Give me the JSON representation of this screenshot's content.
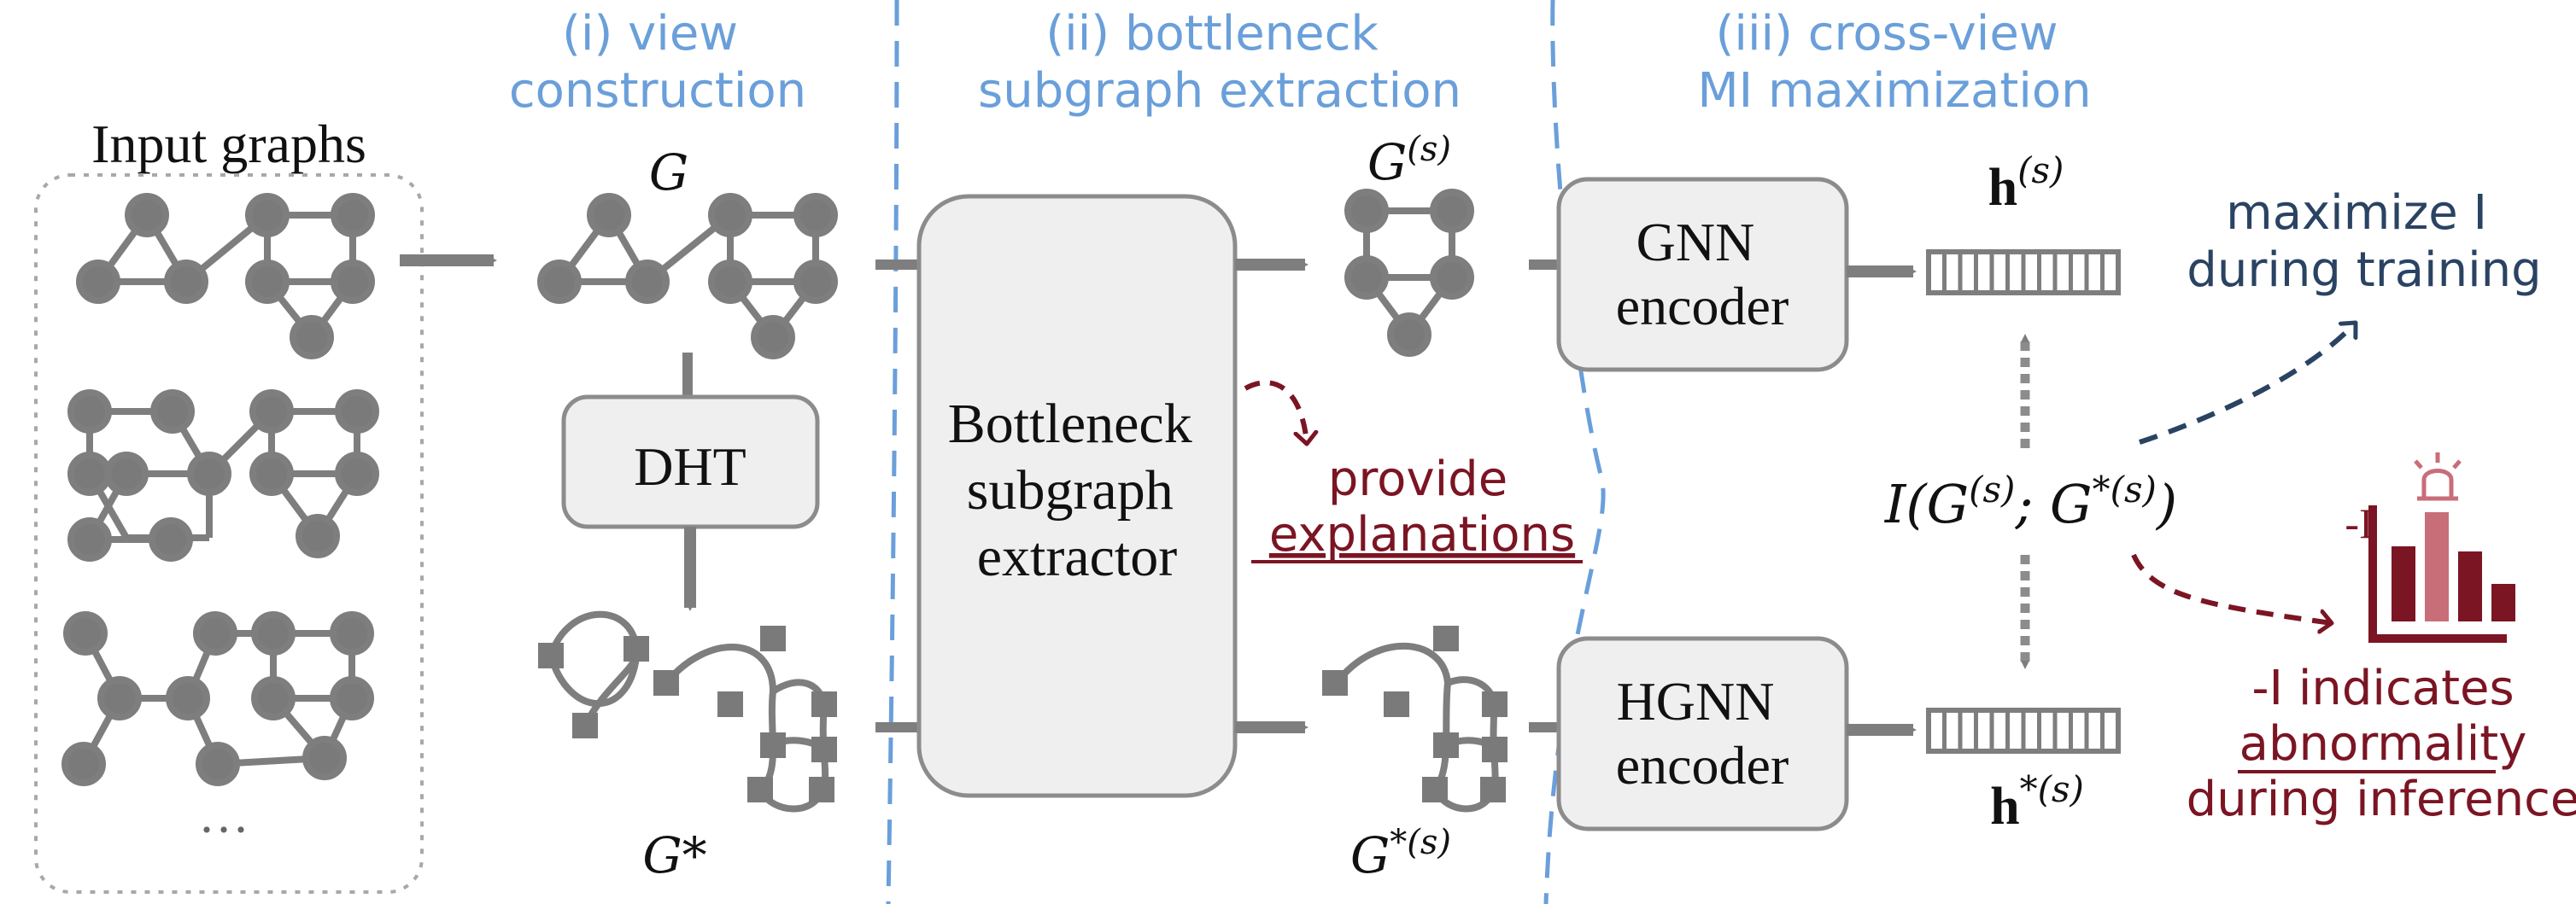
{
  "sections": {
    "view_construction": {
      "line1": "(i) view",
      "line2": "construction"
    },
    "subgraph_extraction": {
      "line1": "(ii) bottleneck",
      "line2": "subgraph extraction"
    },
    "mi_maximization": {
      "line1": "(iii) cross-view",
      "line2": "MI maximization"
    }
  },
  "input_graphs": {
    "title": "Input graphs",
    "ellipsis": "···"
  },
  "labels": {
    "G": "G",
    "G_star": "G*",
    "G_s_base": "G",
    "G_s_sup": "(s)",
    "G_star_s_base": "G",
    "G_star_s_sup": "*(s)",
    "h_s_base": "h",
    "h_s_sup": "(s)",
    "h_star_s_base": "h",
    "h_star_s_sup": "*(s)",
    "mi_expression": "I(G(s); G*(s))",
    "mi_part1": "I(G",
    "mi_sup1": "(s)",
    "mi_part2": "; G",
    "mi_sup2": "*(s)",
    "mi_part3": ")",
    "neg_i": "-I"
  },
  "boxes": {
    "dht": "DHT",
    "extractor": [
      "Bottleneck",
      "subgraph",
      "extractor"
    ],
    "gnn_encoder": [
      "GNN",
      "encoder"
    ],
    "hgnn_encoder": [
      "HGNN",
      "encoder"
    ]
  },
  "annotations": {
    "explanations_line1": "provide",
    "explanations_line2": "explanations",
    "maximize_line1": "maximize I",
    "maximize_line2": "during training",
    "abnormal_line1": "-I indicates",
    "abnormal_line2": "abnormality",
    "abnormal_line3": "during inference"
  },
  "colors": {
    "section_blue": "#6A9FDA",
    "node_gray": "#7A7A7A",
    "edge_gray": "#7E7E7E",
    "box_fill": "#EFEFEF",
    "box_stroke": "#8C8C8C",
    "dark_red": "#7B1523",
    "bar_pink": "#C86E78",
    "navy": "#2A4363",
    "dash_blue": "#6A9FDA"
  },
  "icons": {
    "alarm": "alarm-light-icon",
    "bar_chart": "anomaly-bar-chart-icon"
  }
}
